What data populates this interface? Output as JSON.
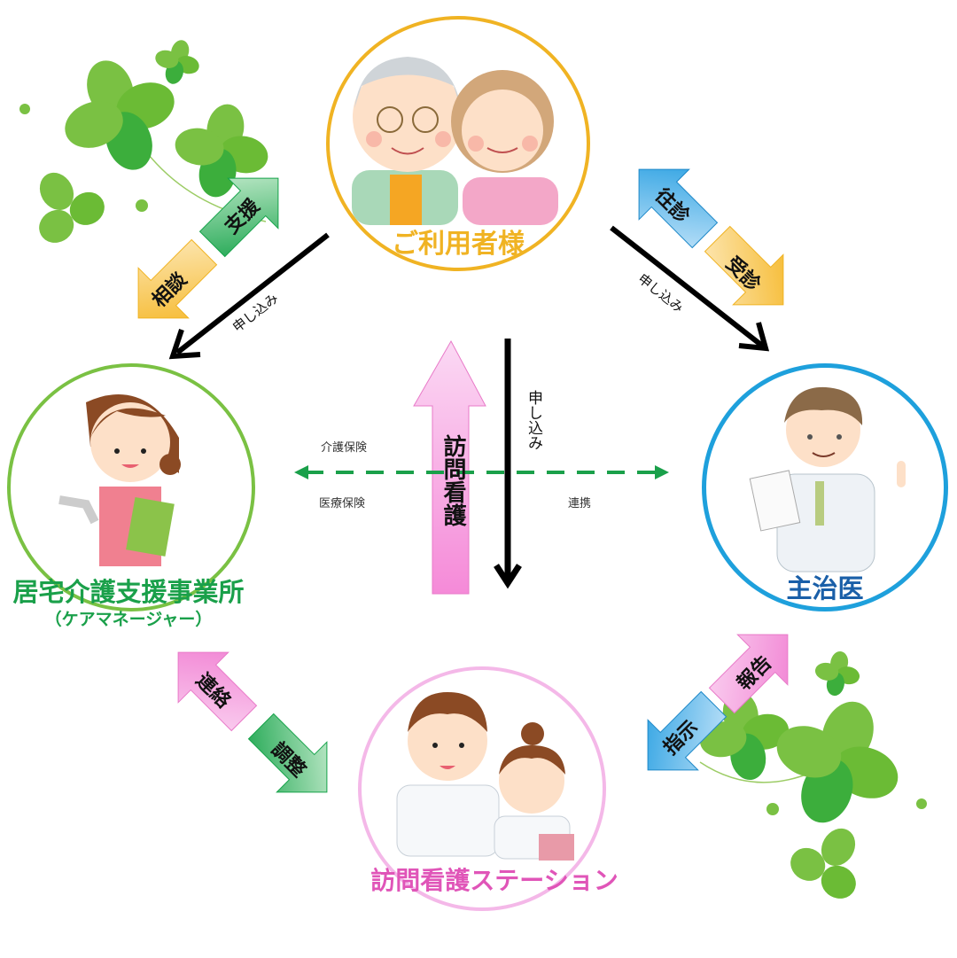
{
  "diagram": {
    "type": "home-visit-nursing-cooperation",
    "colors": {
      "user": "#f0b323",
      "care_manager": "#7ac143",
      "care_manager_text": "#1aa04a",
      "doctor": "#1ea0dc",
      "doctor_text": "#1a5fa8",
      "nursing_station": "#f4b8e8",
      "nursing_station_text": "#e055b8",
      "cooperation_line": "#1aa04a",
      "clover_light": "#7ac143",
      "clover_dark": "#3cae3c"
    },
    "nodes": {
      "user": {
        "label": "ご利用者様",
        "icon": "elderly-couple-illustration"
      },
      "care_manager": {
        "label": "居宅介護支援事業所",
        "sublabel": "（ケアマネージャー）",
        "icon": "care-manager-illustration"
      },
      "doctor": {
        "label": "主治医",
        "icon": "doctor-illustration"
      },
      "nursing_station": {
        "label": "訪問看護ステーション",
        "icon": "nurses-illustration"
      }
    },
    "edges": {
      "user_to_care_manager": {
        "label": "申し込み"
      },
      "user_to_doctor": {
        "label": "申し込み"
      },
      "user_to_nursing": {
        "label": "申し込み"
      },
      "nursing_to_user": {
        "label": "訪問看護"
      },
      "care_manager_arrows": {
        "consult": "相談",
        "support": "支援"
      },
      "doctor_arrows": {
        "house_call": "往診",
        "consultation": "受診"
      },
      "station_care_manager_arrows": {
        "contact": "連絡",
        "adjust": "調整"
      },
      "station_doctor_arrows": {
        "instruction": "指示",
        "report": "報告"
      },
      "cooperation": {
        "label": "連携",
        "insurance_top": "介護保険",
        "insurance_bottom": "医療保険"
      }
    }
  }
}
